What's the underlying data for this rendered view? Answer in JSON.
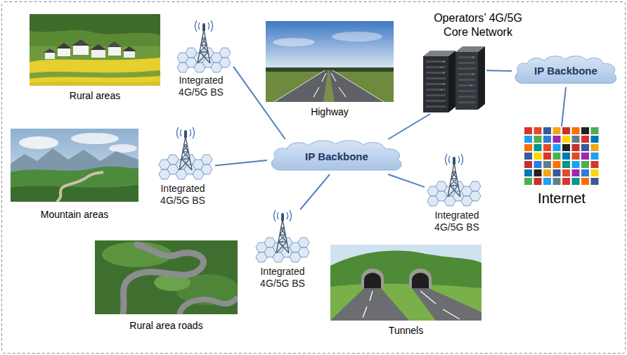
{
  "diagram": {
    "nodes": [
      {
        "text": [
          "Rural areas"
        ]
      },
      {
        "text": [
          "Integrated 4G/5G BS"
        ]
      },
      {
        "text": [
          "Highway"
        ]
      },
      {
        "text": [
          "Operators’ 4G/5G Core Network"
        ]
      },
      {
        "text": [
          "IP Backbone"
        ]
      },
      {
        "text": [
          "Internet"
        ]
      },
      {
        "text": [
          "Mountain areas"
        ]
      },
      {
        "text": [
          "Integrated 4G/5G BS"
        ]
      },
      {
        "text": [
          "IP Backbone"
        ]
      },
      {
        "text": [
          "Integrated 4G/5G BS"
        ]
      },
      {
        "text": [
          "Integrated 4G/5G BS"
        ]
      },
      {
        "text": [
          "Rural area roads"
        ]
      },
      {
        "text": [
          "Tunnels"
        ]
      }
    ],
    "edges": [
      {
        "from": 1,
        "to": 8,
        "arrow": "none"
      },
      {
        "from": 7,
        "to": 8,
        "arrow": "none"
      },
      {
        "from": 9,
        "to": 8,
        "arrow": "none"
      },
      {
        "from": 10,
        "to": 8,
        "arrow": "none"
      },
      {
        "from": 8,
        "to": 3,
        "arrow": "none"
      },
      {
        "from": 3,
        "to": 4,
        "arrow": "none"
      },
      {
        "from": 4,
        "to": 5,
        "arrow": "none"
      }
    ]
  }
}
